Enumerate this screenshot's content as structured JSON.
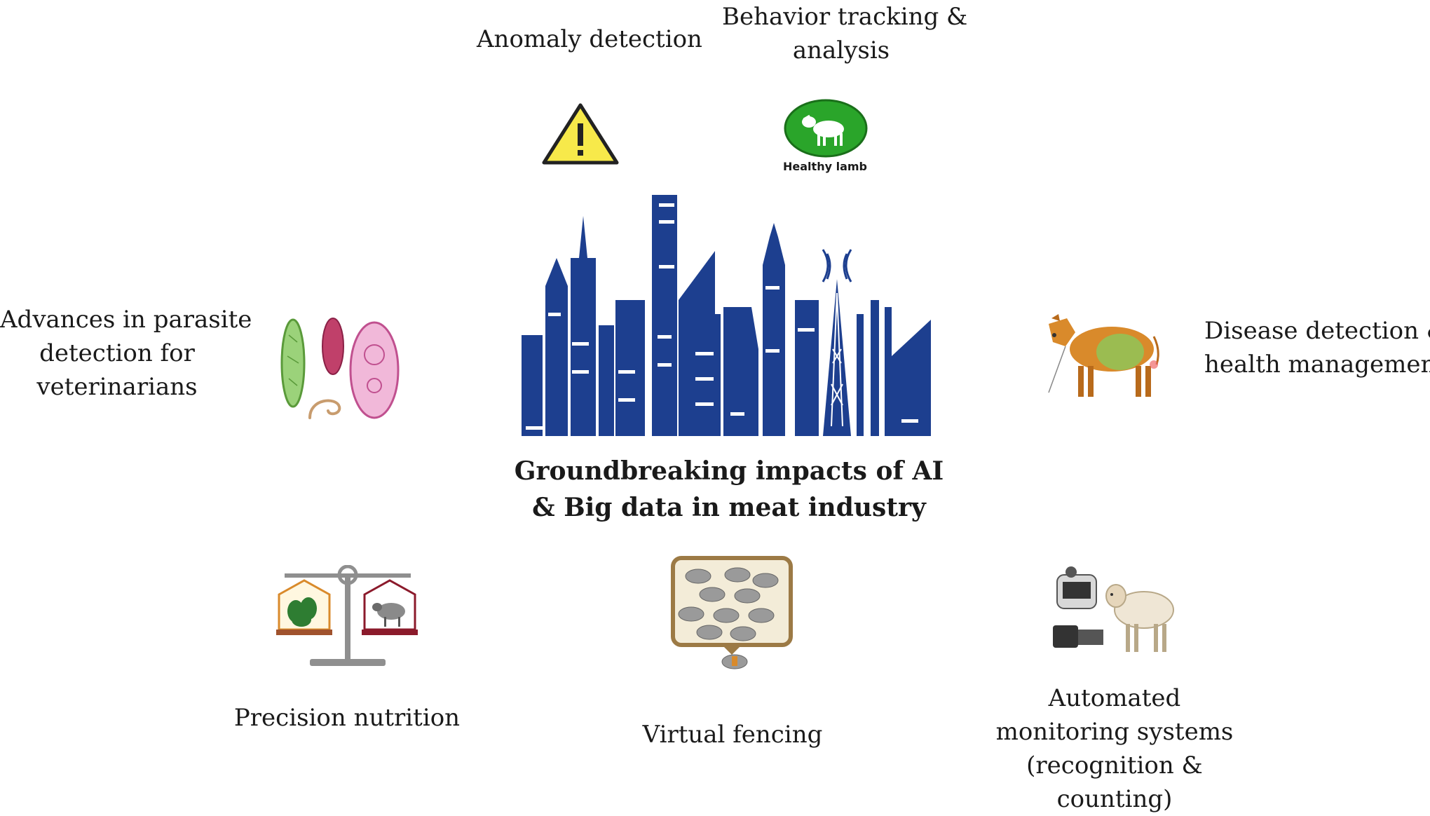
{
  "center": {
    "title_line1": "Groundbreaking impacts of AI",
    "title_line2": "& Big data in meat industry"
  },
  "nodes": {
    "anomaly": {
      "line1": "Anomaly detection",
      "icon": "warning-icon"
    },
    "behavior": {
      "line1": "Behavior tracking &",
      "line2": "analysis",
      "icon": "healthy-lamb-icon",
      "icon_caption": "Healthy lamb"
    },
    "parasite": {
      "line1": "Advances in parasite",
      "line2": "detection for",
      "line3": "veterinarians",
      "icon": "parasites-icon"
    },
    "disease": {
      "line1": "Disease detection &",
      "line2": "health management",
      "icon": "cow-icon"
    },
    "nutrition": {
      "line1": "Precision nutrition",
      "icon": "balance-scale-icon"
    },
    "fencing": {
      "line1": "Virtual fencing",
      "icon": "sheep-flock-icon"
    },
    "monitoring": {
      "line1": "Automated",
      "line2": "monitoring systems",
      "line3": "(recognition &",
      "line4": "counting)",
      "icon": "camera-sheep-icon"
    }
  },
  "colors": {
    "city_blue": "#1d3f8f",
    "warning_yellow": "#f7e94a",
    "lamb_green": "#2aa52a",
    "cow_orange": "#d98a2b",
    "frame_brown": "#9c7a45"
  }
}
